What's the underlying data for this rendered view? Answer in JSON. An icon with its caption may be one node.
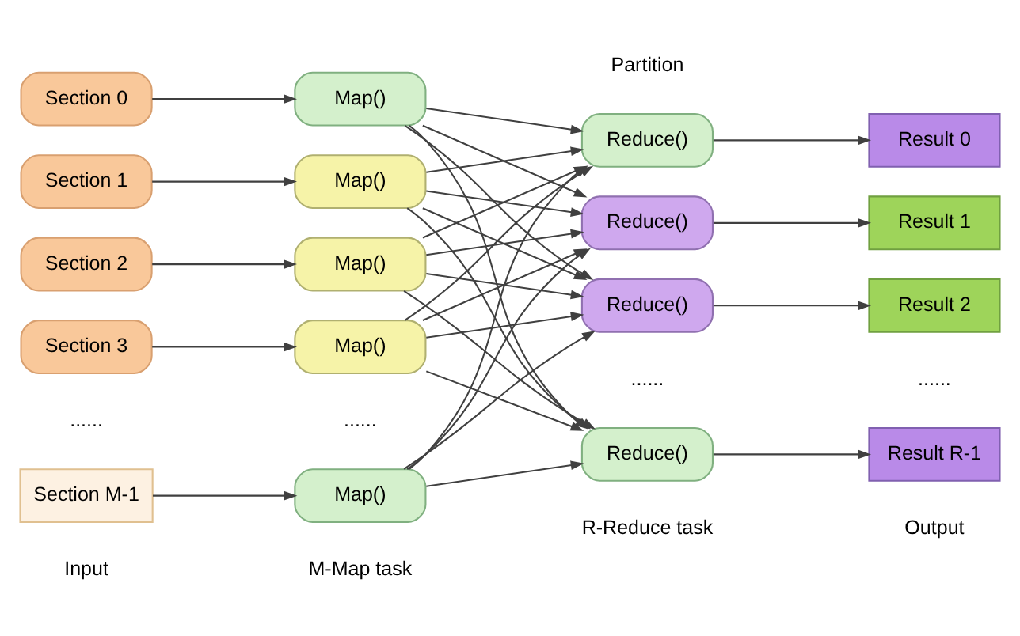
{
  "diagram": {
    "nodes": [
      {
        "text": [
          "Section 0"
        ]
      },
      {
        "text": [
          "Section 1"
        ]
      },
      {
        "text": [
          "Section 2"
        ]
      },
      {
        "text": [
          "Section 3"
        ]
      },
      {
        "text": [
          "Section M-1"
        ]
      },
      {
        "text": [
          "Map()"
        ]
      },
      {
        "text": [
          "Map()"
        ]
      },
      {
        "text": [
          "Map()"
        ]
      },
      {
        "text": [
          "Map()"
        ]
      },
      {
        "text": [
          "Map()"
        ]
      },
      {
        "text": [
          "Reduce()"
        ]
      },
      {
        "text": [
          "Reduce()"
        ]
      },
      {
        "text": [
          "Reduce()"
        ]
      },
      {
        "text": [
          "Reduce()"
        ]
      },
      {
        "text": [
          "Result 0"
        ]
      },
      {
        "text": [
          "Result 1"
        ]
      },
      {
        "text": [
          "Result 2"
        ]
      },
      {
        "text": [
          "Result R-1"
        ]
      }
    ],
    "edges": [
      {
        "from": 0,
        "to": 5,
        "arrow": "to"
      },
      {
        "from": 1,
        "to": 6,
        "arrow": "to"
      },
      {
        "from": 2,
        "to": 7,
        "arrow": "to"
      },
      {
        "from": 3,
        "to": 8,
        "arrow": "to"
      },
      {
        "from": 4,
        "to": 9,
        "arrow": "to"
      },
      {
        "from": 5,
        "to": 10,
        "arrow": "to"
      },
      {
        "from": 5,
        "to": 11,
        "arrow": "to"
      },
      {
        "from": 5,
        "to": 12,
        "arrow": "to"
      },
      {
        "from": 5,
        "to": 13,
        "arrow": "to"
      },
      {
        "from": 6,
        "to": 10,
        "arrow": "to"
      },
      {
        "from": 6,
        "to": 11,
        "arrow": "to"
      },
      {
        "from": 6,
        "to": 12,
        "arrow": "to"
      },
      {
        "from": 6,
        "to": 13,
        "arrow": "to"
      },
      {
        "from": 7,
        "to": 10,
        "arrow": "to"
      },
      {
        "from": 7,
        "to": 11,
        "arrow": "to"
      },
      {
        "from": 7,
        "to": 12,
        "arrow": "to"
      },
      {
        "from": 7,
        "to": 13,
        "arrow": "to"
      },
      {
        "from": 8,
        "to": 10,
        "arrow": "to"
      },
      {
        "from": 8,
        "to": 11,
        "arrow": "to"
      },
      {
        "from": 8,
        "to": 12,
        "arrow": "to"
      },
      {
        "from": 8,
        "to": 13,
        "arrow": "to"
      },
      {
        "from": 9,
        "to": 10,
        "arrow": "to"
      },
      {
        "from": 9,
        "to": 11,
        "arrow": "to"
      },
      {
        "from": 9,
        "to": 12,
        "arrow": "to"
      },
      {
        "from": 9,
        "to": 13,
        "arrow": "to"
      },
      {
        "from": 10,
        "to": 14,
        "arrow": "to"
      },
      {
        "from": 11,
        "to": 15,
        "arrow": "to"
      },
      {
        "from": 12,
        "to": 16,
        "arrow": "to"
      },
      {
        "from": 13,
        "to": 17,
        "arrow": "to"
      }
    ],
    "labels": [
      "Partition",
      "......",
      "......",
      "......",
      "......",
      "Input",
      "M-Map task",
      "R-Reduce task",
      "Output"
    ]
  }
}
